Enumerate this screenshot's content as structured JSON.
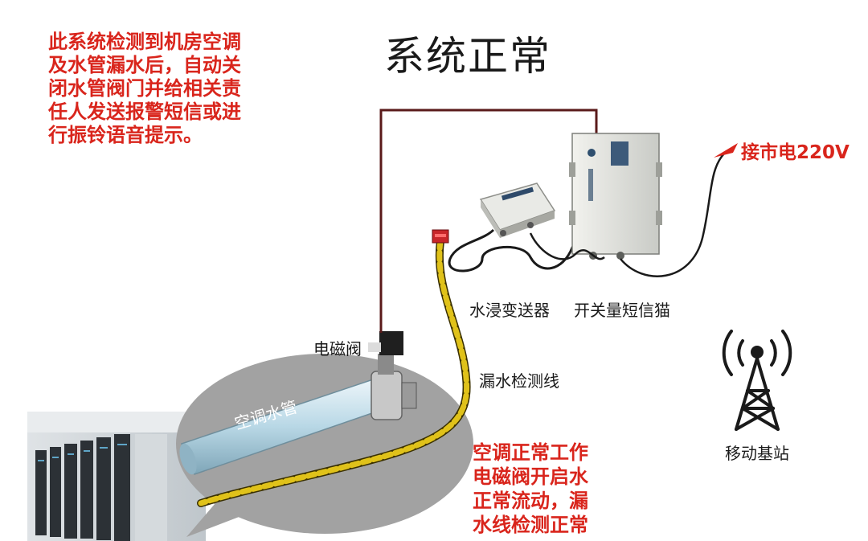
{
  "title": "系统正常",
  "description_lines": [
    "此系统检测到机房空调",
    "及水管漏水后，自动关",
    "闭水管阀门并给相关责",
    "任人发送报警短信或进",
    "行振铃语音提示。"
  ],
  "labels": {
    "power": "接市电220V",
    "water_sensor": "水浸变送器",
    "sms_cat": "开关量短信猫",
    "valve": "电磁阀",
    "leak_line": "漏水检测线",
    "pipe": "空调水管",
    "base_station": "移动基站"
  },
  "status_lines": [
    "空调正常工作",
    "电磁阀开启水",
    "正常流动，漏",
    "水线检测正常"
  ],
  "colors": {
    "accent_red": "#d9251c",
    "wire": "#5a1a1a",
    "bubble": "#9a9a9a",
    "rope": "#e0c21a"
  }
}
